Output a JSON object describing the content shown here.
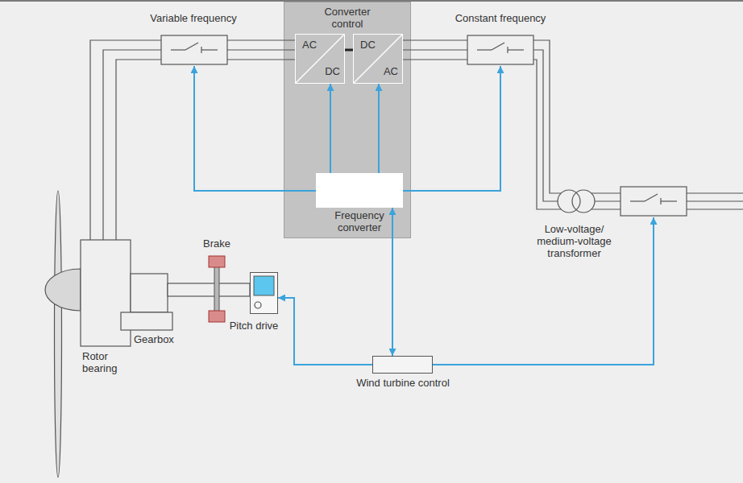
{
  "diagram": {
    "nodes": [
      {
        "text": [
          "Converter control"
        ]
      },
      {
        "text": [
          "AC",
          "DC"
        ],
        "in": 0
      },
      {
        "text": [
          "DC",
          "AC"
        ],
        "in": 0
      },
      {
        "text": [
          "Frequency converter"
        ],
        "in": 0
      },
      {
        "text": [
          "Pitch drive"
        ]
      },
      {
        "text": [
          "Wind turbine control"
        ]
      }
    ],
    "edges": [
      {
        "from": 3,
        "to": 1,
        "arrow": "to"
      },
      {
        "from": 3,
        "to": 2,
        "arrow": "to"
      },
      {
        "from": 3,
        "to": 5,
        "arrow": "both"
      },
      {
        "from": 5,
        "to": 4,
        "arrow": "to"
      }
    ],
    "labels": [
      "Variable frequency",
      "Constant frequency",
      "Brake",
      "Gearbox",
      "Rotor bearing",
      "Low-voltage/ medium-voltage transformer"
    ]
  }
}
